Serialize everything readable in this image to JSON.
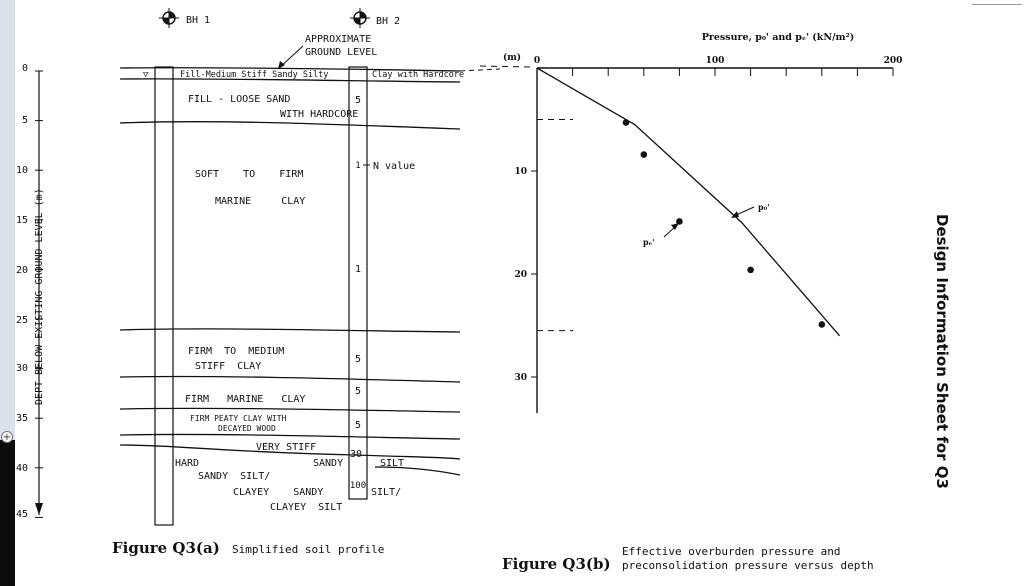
{
  "soil_profile": {
    "boreholes": [
      "BH 1",
      "BH 2"
    ],
    "ground_level_label": [
      "APPROXIMATE",
      "GROUND LEVEL"
    ],
    "y_axis_label": "DEPT BELOW EXISTING GROUND LEVEL (m)",
    "depth_ticks": [
      "0",
      "5",
      "10",
      "15",
      "20",
      "25",
      "30",
      "35",
      "40",
      "45"
    ],
    "top_layer_label": "Fill-Medium Stiff Sandy Silty",
    "top_layer_right_label": "Clay with Hardcore",
    "water_symbol": "▽",
    "layers": [
      {
        "lines": [
          "FILL - LOOSE  SAND",
          "WITH  HARDCORE"
        ]
      },
      {
        "lines": [
          "SOFT    TO    FIRM",
          "MARINE     CLAY"
        ]
      },
      {
        "lines": [
          "FIRM  TO  MEDIUM",
          "STIFF  CLAY"
        ]
      },
      {
        "lines": [
          "FIRM   MARINE   CLAY"
        ]
      },
      {
        "lines": [
          "FIRM PEATY CLAY WITH",
          "DECAYED WOOD"
        ]
      },
      {
        "lines": [
          "VERY STIFF",
          "HARD",
          "SANDY",
          "SILT",
          "SANDY  SILT/",
          "CLAYEY    SANDY",
          "SILT/",
          "CLAYEY  SILT"
        ]
      }
    ],
    "n_values": [
      "5",
      "1",
      "1",
      "5",
      "5",
      "5",
      "30",
      "100"
    ],
    "n_value_label": "N value"
  },
  "figure_a": {
    "label": "Figure Q3(a)",
    "description": "Simplified soil profile"
  },
  "chart_data": {
    "type": "scatter",
    "title": "Pressure, p₀' and pₑ'  (kN/m²)",
    "x_ticks": [
      "0",
      "100",
      "200"
    ],
    "y_ticks": [
      "10",
      "20",
      "30"
    ],
    "y_unit": "(m)",
    "xlim": [
      0,
      200
    ],
    "ylim": [
      0,
      30
    ],
    "series": [
      {
        "name": "p₀'",
        "type": "line",
        "points": [
          [
            0,
            0
          ],
          [
            10,
            1
          ],
          [
            25,
            2.5
          ],
          [
            55,
            5.5
          ],
          [
            115,
            15
          ],
          [
            170,
            26
          ]
        ]
      },
      {
        "name": "pₑ'",
        "type": "points",
        "points": [
          [
            50,
            5.3
          ],
          [
            60,
            8.4
          ],
          [
            80,
            14.9
          ],
          [
            120,
            19.6
          ],
          [
            160,
            24.9
          ]
        ]
      }
    ],
    "line_label": "p₀'",
    "points_label": "pₑ'"
  },
  "figure_b": {
    "label": "Figure Q3(b)",
    "description": [
      "Effective overburden pressure and",
      "preconsolidation pressure versus depth"
    ]
  },
  "side_title": "Design Information Sheet for Q3",
  "expand_glyph": "+"
}
